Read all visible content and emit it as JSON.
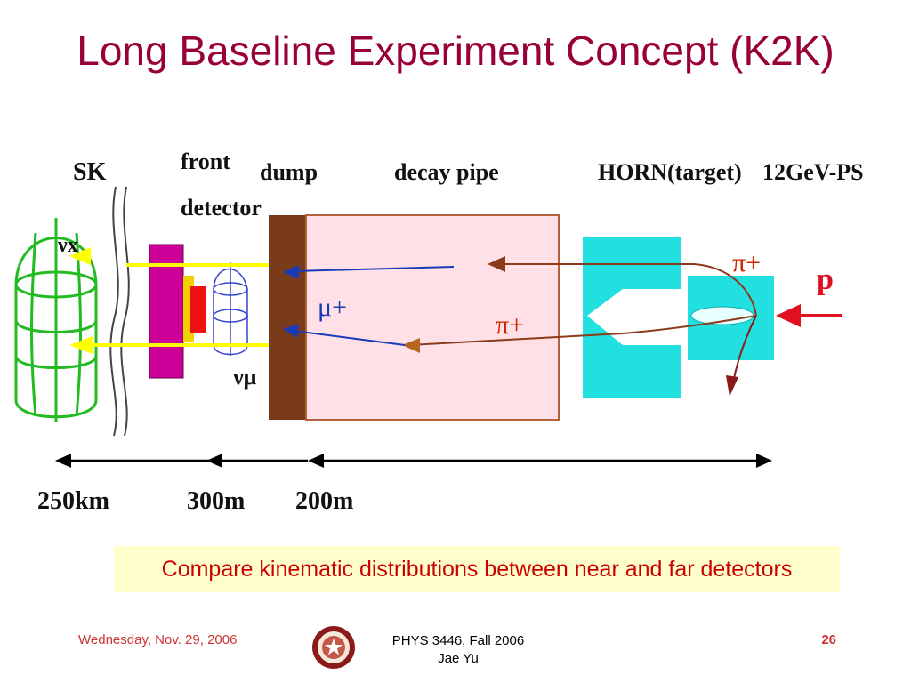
{
  "slide": {
    "title": "Long Baseline Experiment Concept (K2K)"
  },
  "diagram": {
    "labels": {
      "sk": "SK",
      "front": "front",
      "detector": "detector",
      "dump": "dump",
      "decay_pipe": "decay pipe",
      "horn": "HORN(target)",
      "ps": "12GeV-PS",
      "nu_x": "νx",
      "nu_mu": "νμ",
      "mu_plus": "μ+",
      "pi_plus_top": "π+",
      "pi_plus_mid": "π+",
      "proton": "p"
    },
    "distances": [
      "250km",
      "300m",
      "200m"
    ],
    "colors": {
      "sk": "#22bb22",
      "front_detector": "#cc0099",
      "dump": "#7a3b1a",
      "decay_pipe_fill": "#ffe0e6",
      "horn": "#22e0e0",
      "beam": "#ffff00",
      "proton_arrow": "#e01020"
    }
  },
  "caption": "Compare kinematic distributions between near and far detectors",
  "footer": {
    "date": "Wednesday, Nov. 29, 2006",
    "course": "PHYS 3446, Fall 2006",
    "author": "Jae Yu",
    "page": "26"
  }
}
